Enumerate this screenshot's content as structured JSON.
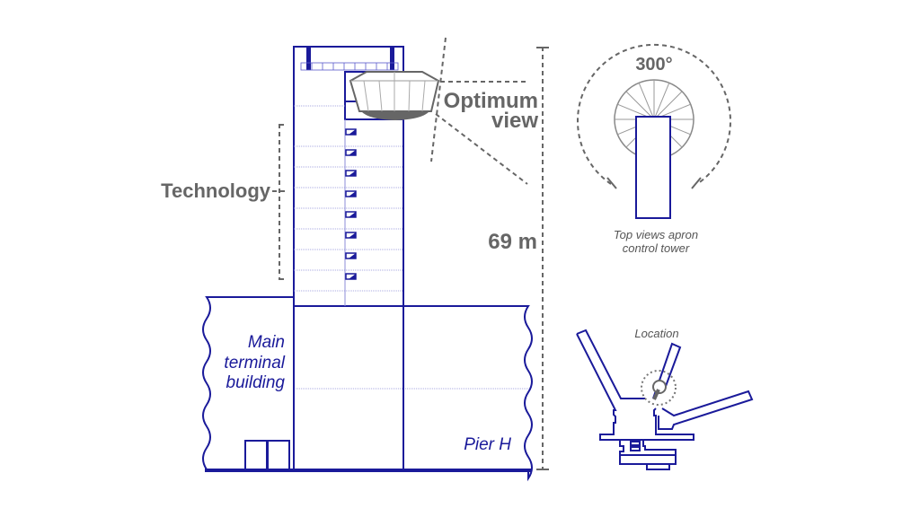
{
  "labels": {
    "technology": "Technology",
    "optimum_line1": "Optimum",
    "optimum_line2": "view",
    "height": "69 m",
    "angle": "300°",
    "top_view_line1": "Top views apron",
    "top_view_line2": "control tower",
    "location": "Location",
    "main_terminal_line1": "Main",
    "main_terminal_line2": "terminal",
    "main_terminal_line3": "building",
    "pier": "Pier H"
  },
  "colors": {
    "structure": "#1a1a9a",
    "annotation": "#666666"
  }
}
